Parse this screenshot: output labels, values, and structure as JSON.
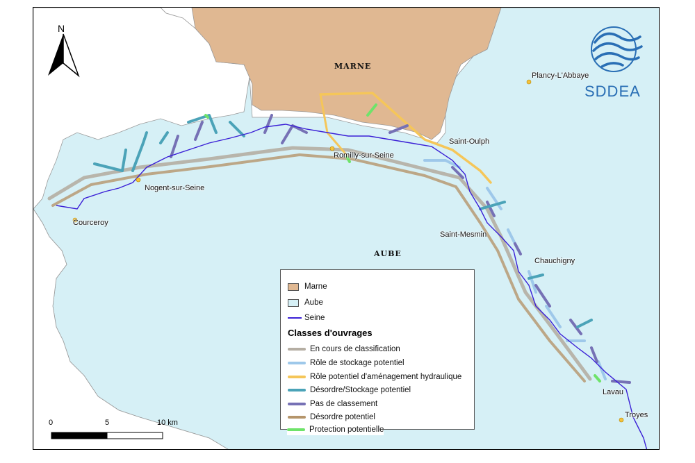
{
  "map": {
    "north_label": "N",
    "departments": [
      {
        "name": "MARNE",
        "fill": "#e0b892"
      },
      {
        "name": "AUBE",
        "fill": "#d6f0f6"
      }
    ],
    "background_fill": "#ffffff",
    "places": [
      {
        "name": "Nogent-sur-Seine"
      },
      {
        "name": "Courceroy"
      },
      {
        "name": "Romilly-sur-Seine"
      },
      {
        "name": "Saint-Oulph"
      },
      {
        "name": "Saint-Mesmin"
      },
      {
        "name": "Chauchigny"
      },
      {
        "name": "Lavau"
      },
      {
        "name": "Troyes"
      },
      {
        "name": "Plancy-L'Abbaye"
      }
    ],
    "logo": {
      "text": "SDDEA",
      "color": "#2a6fb5"
    }
  },
  "legend": {
    "items": [
      {
        "label": "Marne",
        "kind": "area",
        "color": "#e0b892"
      },
      {
        "label": "Aube",
        "kind": "area",
        "color": "#d6f0f6"
      },
      {
        "label": "Seine",
        "kind": "line",
        "color": "#3a1fd6"
      }
    ],
    "classes_title": "Classes d'ouvrages",
    "classes": [
      {
        "label": "En cours de classification",
        "color": "#b5aea3"
      },
      {
        "label": "Rôle de stockage potentiel",
        "color": "#9ec8ea"
      },
      {
        "label": "Rôle potentiel d'aménagement hydraulique",
        "color": "#f5c659"
      },
      {
        "label": "Désordre/Stockage potentiel",
        "color": "#4ba3b8"
      },
      {
        "label": "Pas de classement",
        "color": "#7671b5"
      },
      {
        "label": "Désordre potentiel",
        "color": "#b5956b"
      },
      {
        "label": "Protection potentielle",
        "color": "#6fe36a"
      }
    ]
  },
  "scale_bar": {
    "labels": [
      "0",
      "5",
      "10 km"
    ]
  }
}
